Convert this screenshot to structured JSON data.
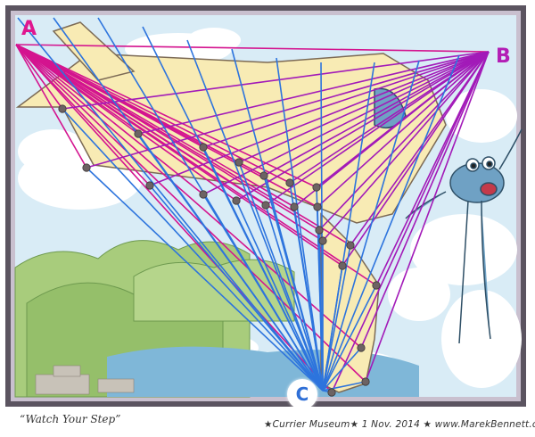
{
  "labels": {
    "a": "A",
    "b": "B",
    "c": "C"
  },
  "captions": {
    "left": "“Watch Your Step”",
    "right": "★Currier Museum★ 1 Nov. 2014 ★ www.MarekBennett.com"
  },
  "colors": {
    "frame": "#5b5460",
    "frame_inner": "#c9c0cf",
    "sky": "#d9ecf6",
    "cloud": "#ffffff",
    "hill": "#a8cc7c",
    "water": "#7fb7d8",
    "beam": "#f8ebb4",
    "beam_edge": "#7c6a55",
    "magenta_lines": "#d4148f",
    "purple_lines": "#a21ab8",
    "blue_lines": "#2d74dd",
    "node": "#6d6363",
    "creature": "#6fa1c4"
  }
}
